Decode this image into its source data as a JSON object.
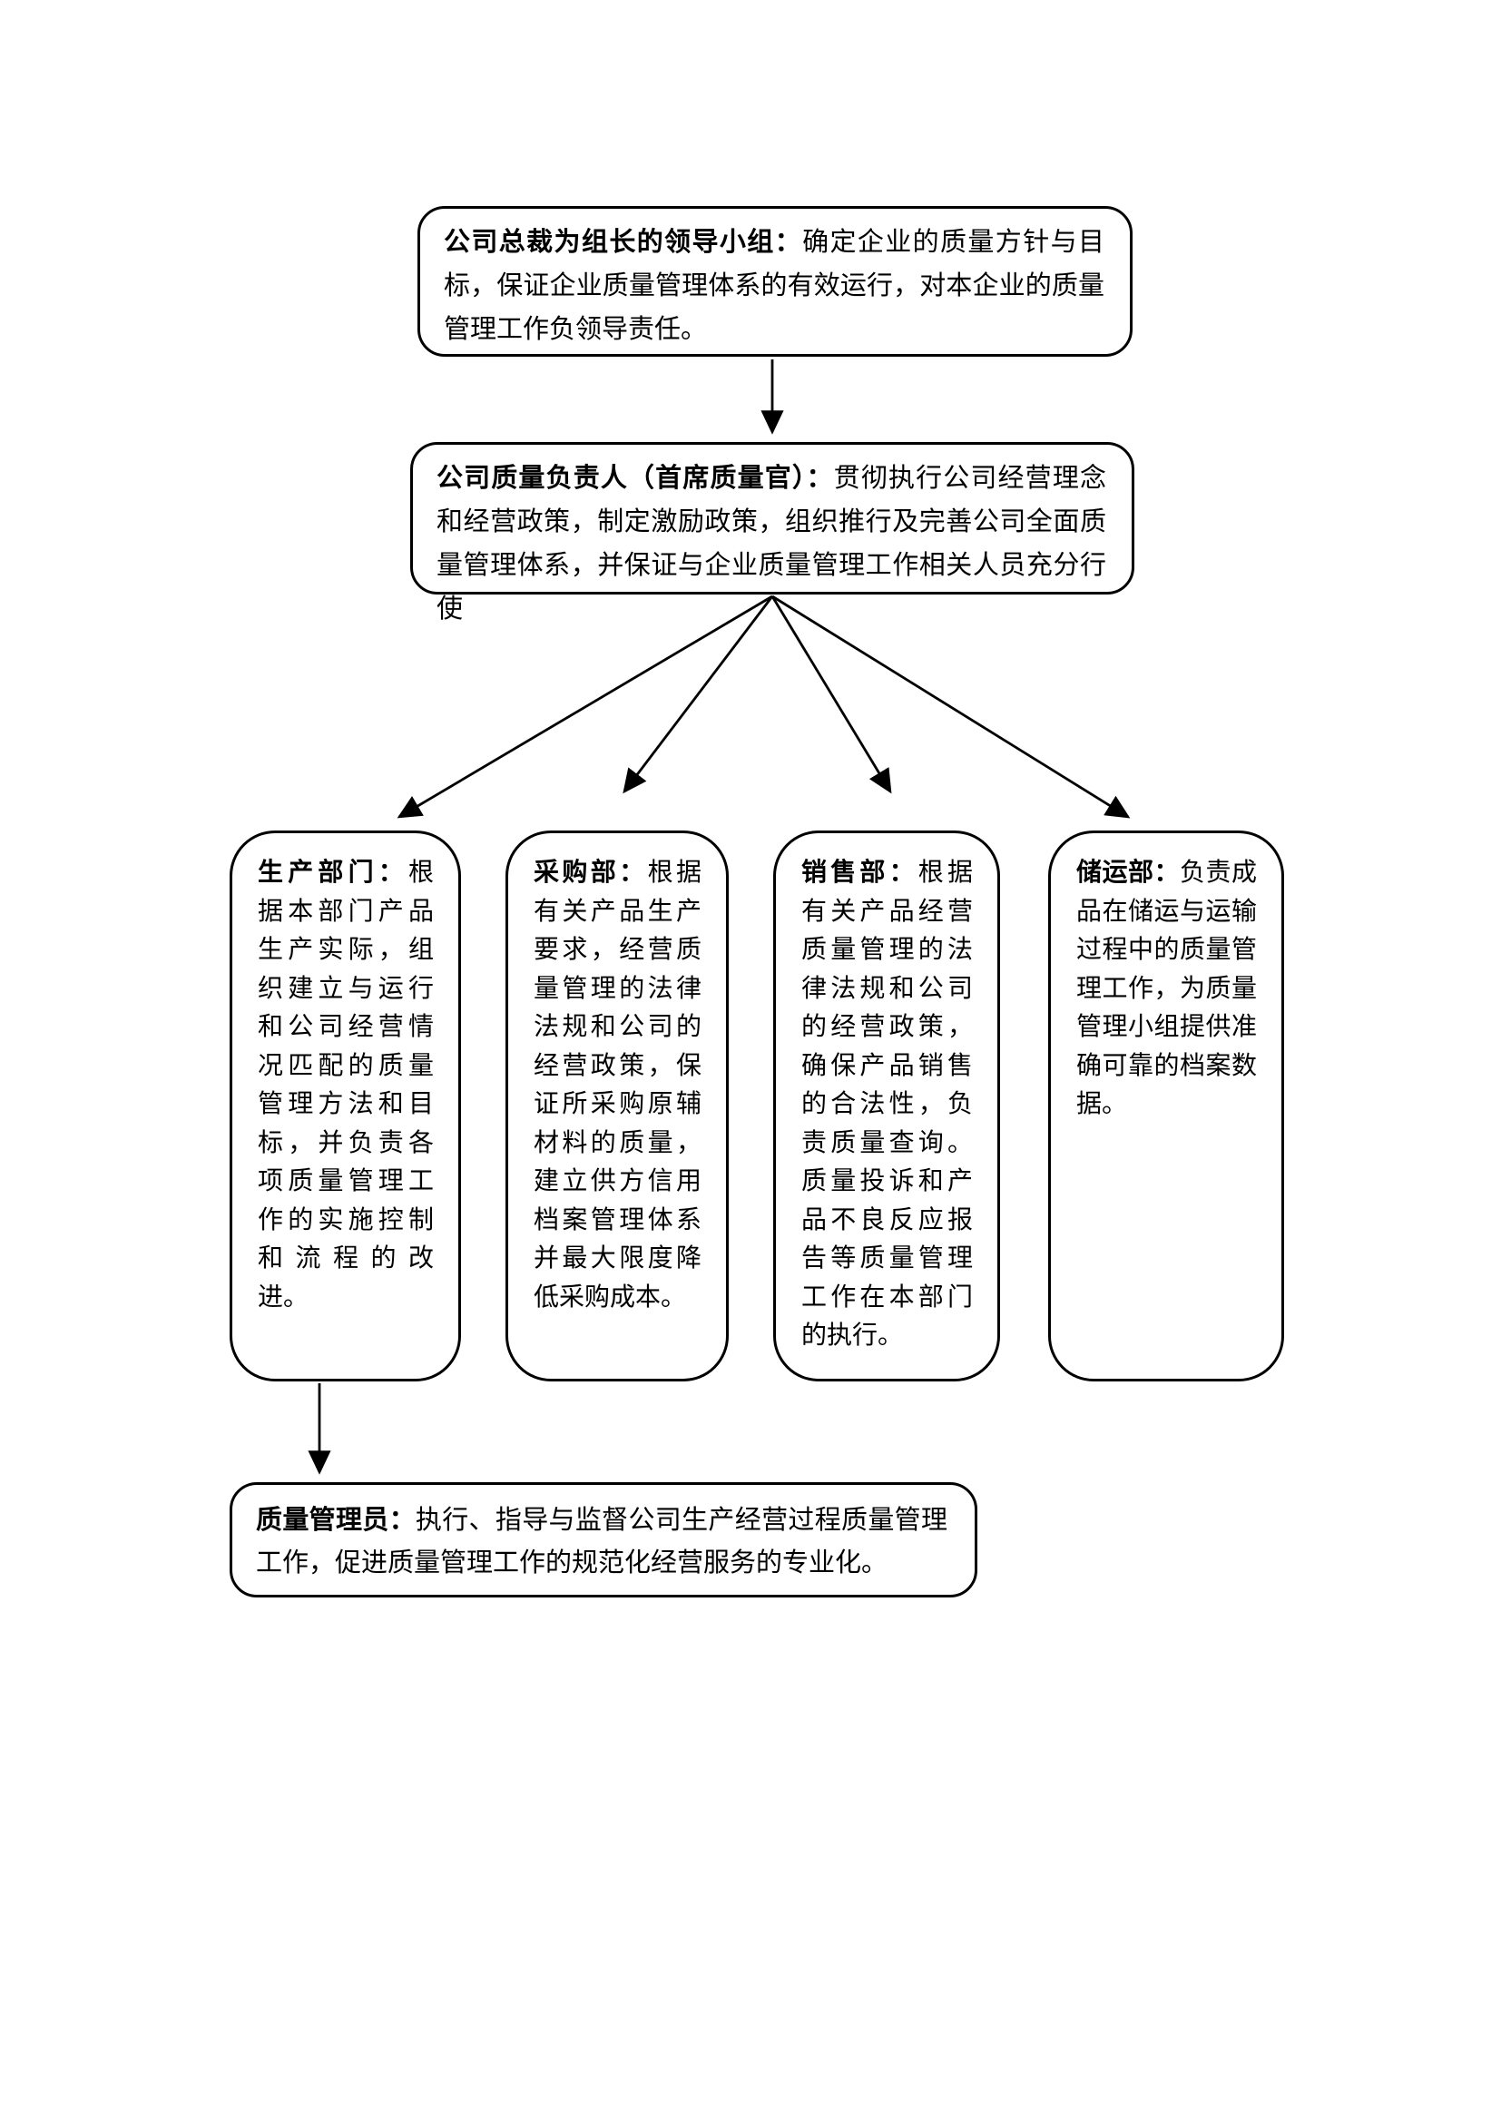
{
  "page": {
    "background": "#ffffff",
    "ink": "#000000"
  },
  "diagram": {
    "nodes": {
      "leadership": {
        "title": "公司总裁为组长的领导小组：",
        "body": "确定企业的质量方针与目标，保证企业质量管理体系的有效运行，对本企业的质量管理工作负领导责任。"
      },
      "quality_lead": {
        "title": "公司质量负责人（首席质量官）：",
        "body": "贯彻执行公司经营理念和经营政策，制定激励政策，组织推行及完善公司全面质量管理体系，并保证与企业质量管理工作相关人员充分行使"
      },
      "production": {
        "title": "生产部门：",
        "body": "根据本部门产品生产实际，组织建立与运行和公司经营情况匹配的质量管理方法和目标，并负责各项质量管理工作的实施控制和流程的改进。"
      },
      "purchasing": {
        "title": "采购部：",
        "body": "根据有关产品生产要求，经营质量管理的法律法规和公司的经营政策，保证所采购原辅材料的质量，建立供方信用档案管理体系并最大限度降低采购成本。"
      },
      "sales": {
        "title": "销售部：",
        "body": "根据有关产品经营质量管理的法律法规和公司的经营政策，确保产品销售的合法性，负责质量查询。质量投诉和产品不良反应报告等质量管理工作在本部门的执行。"
      },
      "logistics": {
        "title": "储运部：",
        "body": "负责成品在储运与运输过程中的质量管理工作，为质量管理小组提供准确可靠的档案数据。"
      },
      "quality_manager": {
        "title": "质量管理员：",
        "body": "执行、指导与监督公司生产经营过程质量管理工作，促进质量管理工作的规范化经营服务的专业化。"
      }
    }
  }
}
